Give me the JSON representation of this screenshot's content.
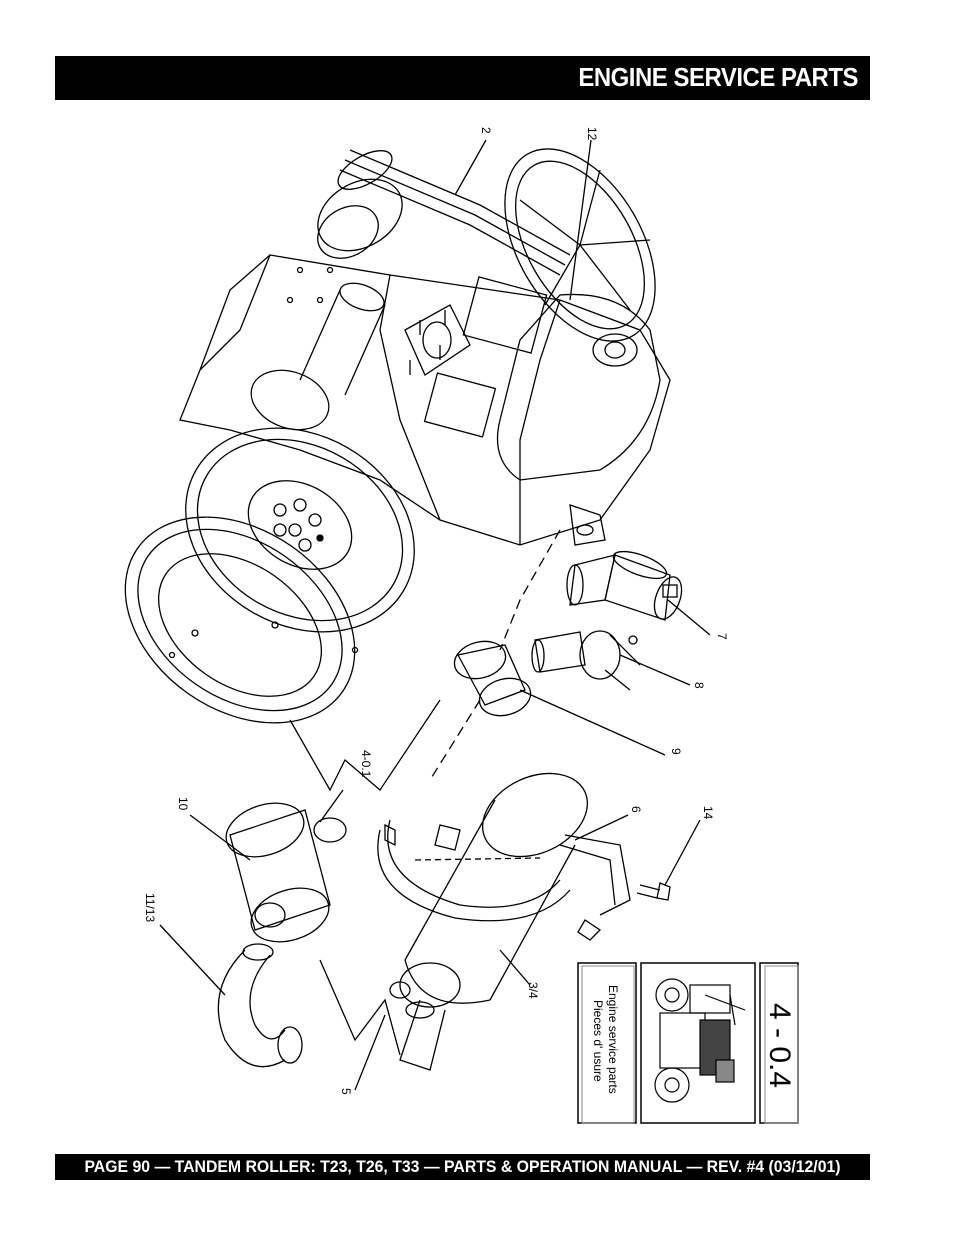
{
  "header": {
    "title": "ENGINE SERVICE PARTS"
  },
  "footer": {
    "text": "PAGE 90 — TANDEM ROLLER: T23, T26, T33 — PARTS & OPERATION MANUAL — REV. #4 (03/12/01)"
  },
  "callouts": {
    "c2": "2",
    "c12": "12",
    "c7": "7",
    "c8": "8",
    "c9": "9",
    "c4_0_1": "4-0.1",
    "c10": "10",
    "c11_13": "11/13",
    "c6": "6",
    "c14": "14",
    "c3_4": "3/4",
    "c5": "5"
  },
  "figure_box": {
    "label_line1": "Engine service parts",
    "label_line2": "Pieces d' usure",
    "code": "4 - 0.4"
  }
}
